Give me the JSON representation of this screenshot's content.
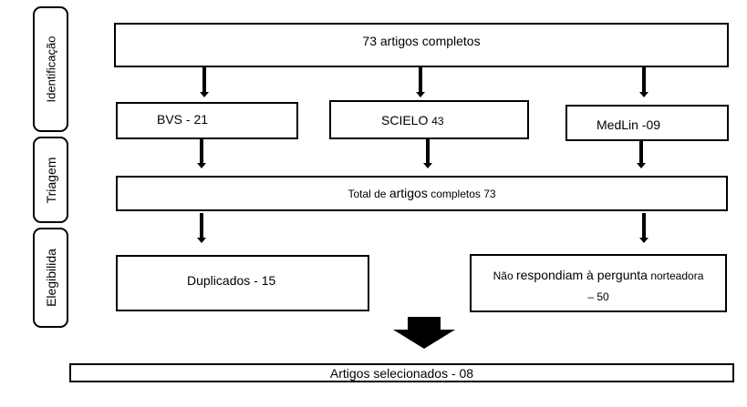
{
  "stages": {
    "identification": "Identificação",
    "screening": "Triagem",
    "eligibility": "Elegibilida"
  },
  "boxes": {
    "total_articles": "73 artigos completos",
    "bvs": "BVS - 21",
    "scielo_name": "SCIELO",
    "scielo_count": "43",
    "medline": "MedLin -09",
    "total_screen_a": "Total de",
    "total_screen_b": "artigos",
    "total_screen_c": "completos 73",
    "duplicates": "Duplicados - 15",
    "noresp_a": "Não",
    "noresp_b": "respondiam à pergunta",
    "noresp_c": "norteadora",
    "noresp_d": "– 50",
    "selected": "Artigos selecionados - 08"
  }
}
